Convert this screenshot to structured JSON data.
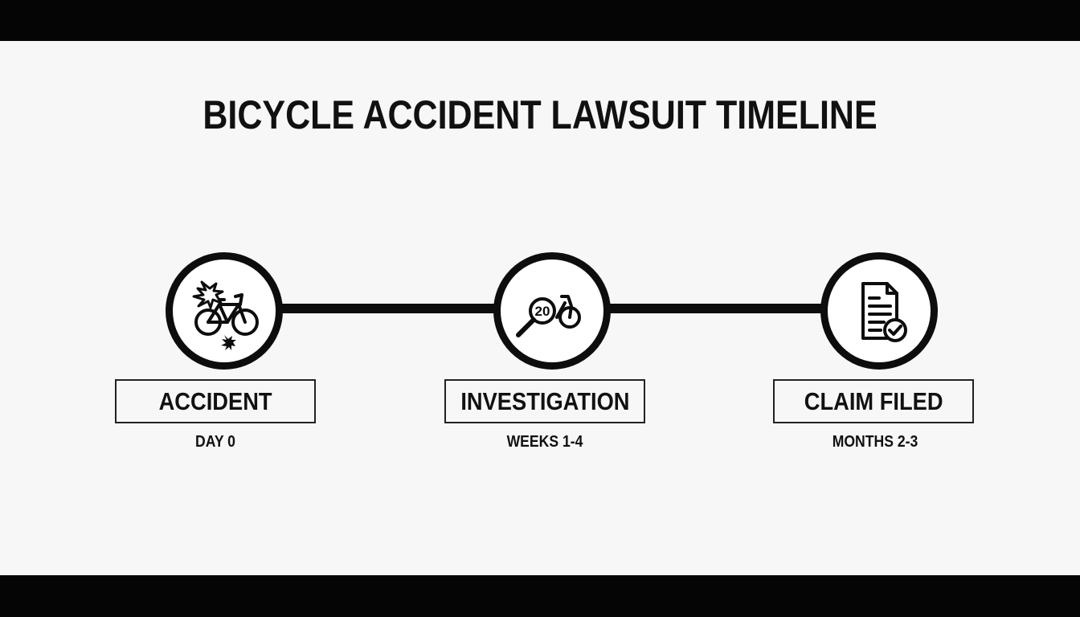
{
  "title": "BICYCLE ACCIDENT LAWSUIT TIMELINE",
  "steps": [
    {
      "label": "ACCIDENT",
      "time": "DAY 0",
      "icon": "bicycle-crash-icon"
    },
    {
      "label": "INVESTIGATION",
      "time": "WEEKS 1-4",
      "icon": "magnifier-bicycle-icon"
    },
    {
      "label": "CLAIM FILED",
      "time": "MONTHS 2-3",
      "icon": "document-check-icon"
    }
  ],
  "colors": {
    "background": "#f7f7f7",
    "ink": "#0d0d0d",
    "letterbox": "#050505"
  }
}
